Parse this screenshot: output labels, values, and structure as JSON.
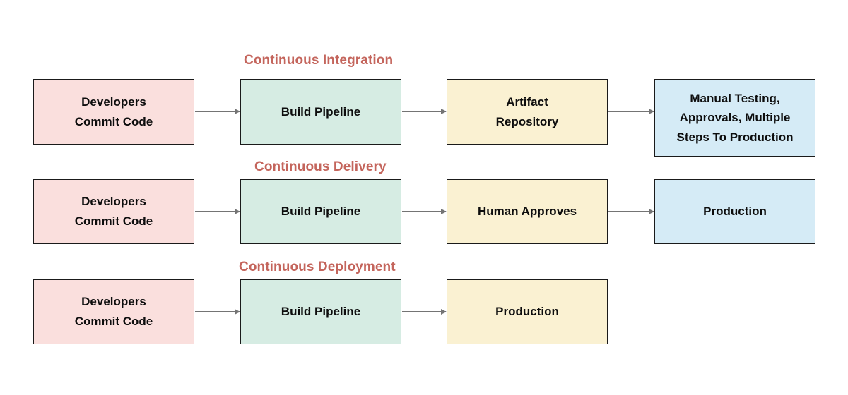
{
  "diagram": {
    "title_color": "#c4655c",
    "box_border_color": "#1a1a1a",
    "connector_color": "#747474",
    "palette": {
      "pink": "#fadfdd",
      "green": "#d6ece3",
      "cream": "#faf1d2",
      "blue": "#d5ebf6"
    },
    "rows": [
      {
        "title": "Continuous Integration",
        "nodes": [
          {
            "label": "Developers\nCommit Code",
            "lines": [
              "Developers",
              "Commit Code"
            ],
            "color": "pink"
          },
          {
            "label": "Build Pipeline",
            "lines": [
              "Build Pipeline"
            ],
            "color": "green"
          },
          {
            "label": "Artifact\nRepository",
            "lines": [
              "Artifact",
              "Repository"
            ],
            "color": "cream"
          },
          {
            "label": "Manual Testing, Approvals, Multiple Steps To Production",
            "lines": [
              "Manual Testing,",
              "Approvals, Multiple",
              "Steps To Production"
            ],
            "color": "blue"
          }
        ]
      },
      {
        "title": "Continuous Delivery",
        "nodes": [
          {
            "label": "Developers\nCommit Code",
            "lines": [
              "Developers",
              "Commit Code"
            ],
            "color": "pink"
          },
          {
            "label": "Build Pipeline",
            "lines": [
              "Build Pipeline"
            ],
            "color": "green"
          },
          {
            "label": "Human Approves",
            "lines": [
              "Human Approves"
            ],
            "color": "cream"
          },
          {
            "label": "Production",
            "lines": [
              "Production"
            ],
            "color": "blue"
          }
        ]
      },
      {
        "title": "Continuous Deployment",
        "nodes": [
          {
            "label": "Developers\nCommit Code",
            "lines": [
              "Developers",
              "Commit Code"
            ],
            "color": "pink"
          },
          {
            "label": "Build Pipeline",
            "lines": [
              "Build Pipeline"
            ],
            "color": "green"
          },
          {
            "label": "Production",
            "lines": [
              "Production"
            ],
            "color": "cream"
          }
        ]
      }
    ]
  }
}
